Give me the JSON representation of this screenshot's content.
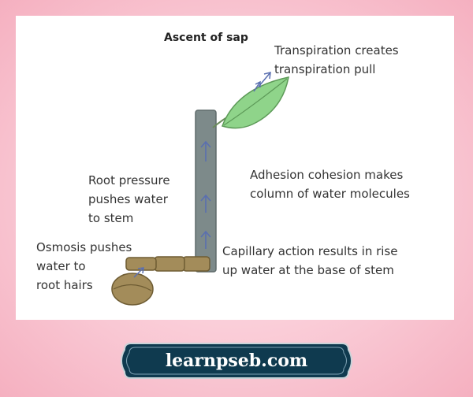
{
  "diagram": {
    "title": "Ascent of sap",
    "labels": {
      "transpiration": "Transpiration creates\ntranspiration pull",
      "root_pressure": "Root pressure\npushes water\nto stem",
      "adhesion": "Adhesion cohesion makes\ncolumn of water molecules",
      "osmosis": "Osmosis pushes\nwater to\nroot hairs",
      "capillary": "Capillary action results in rise\nup water at the base of stem"
    }
  },
  "brand": {
    "text": "learnpseb.com"
  },
  "colors": {
    "background": "#f7b8c6",
    "leaf": "#8fd48a",
    "stem": "#7d8a8a",
    "root": "#a38c5a",
    "banner": "#0f3a4f",
    "arrow": "#5a6fb0"
  }
}
